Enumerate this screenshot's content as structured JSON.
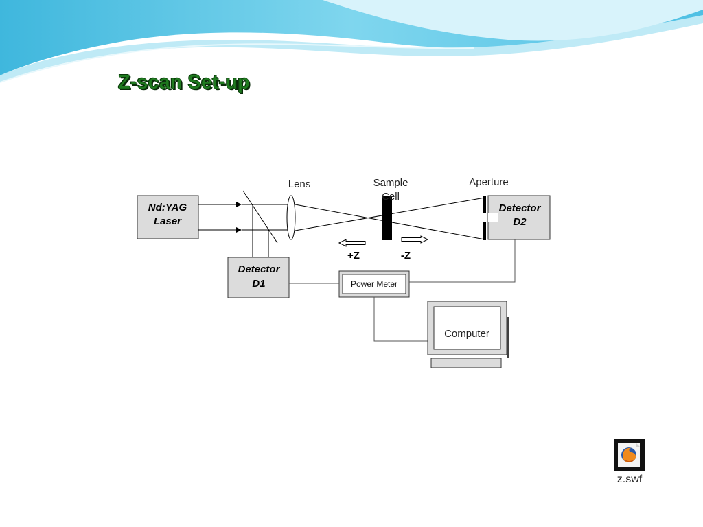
{
  "slide": {
    "title": "Z-scan Set-up"
  },
  "diagram": {
    "laser_line1": "Nd:YAG",
    "laser_line2": "Laser",
    "lens": "Lens",
    "sample_line1": "Sample",
    "sample_line2": "Cell",
    "aperture": "Aperture",
    "detector2_line1": "Detector",
    "detector2_line2": "D2",
    "detector1_line1": "Detector",
    "detector1_line2": "D1",
    "plus_z": "+Z",
    "minus_z": "-Z",
    "power_meter": "Power Meter",
    "computer": "Computer"
  },
  "attachment": {
    "icon": "firefox-file-icon",
    "filename": "z.swf"
  },
  "colors": {
    "title": "#1f7a1f",
    "banner": "#5cc8e6",
    "box_fill": "#dcdcdc"
  }
}
